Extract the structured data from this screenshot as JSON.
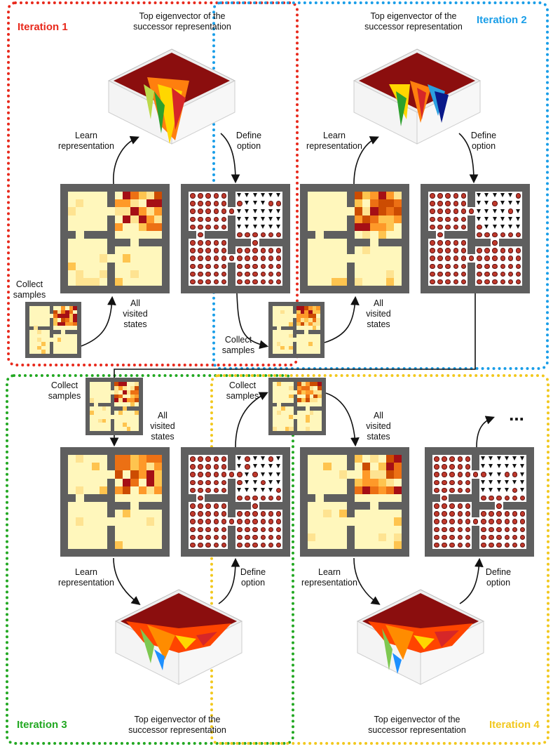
{
  "iterations": [
    {
      "label": "Iteration 1",
      "color": "#e8291c"
    },
    {
      "label": "Iteration 2",
      "color": "#1a9ee8"
    },
    {
      "label": "Iteration 3",
      "color": "#22a822"
    },
    {
      "label": "Iteration 4",
      "color": "#f2c81e"
    }
  ],
  "labels": {
    "eigen_title_line1": "Top eigenvector of the",
    "eigen_title_line2": "successor representation",
    "learn_line1": "Learn",
    "learn_line2": "representation",
    "define_line1": "Define",
    "define_line2": "option",
    "collect_line1": "Collect",
    "collect_line2": "samples",
    "visited_line1": "All",
    "visited_line2": "visited",
    "visited_line3": "states",
    "ellipsis": "..."
  },
  "colors": {
    "wall": "#5f5f5f",
    "surface_top": "#8b0e0e",
    "option_marker": "#c0392b",
    "arrow": "#111111",
    "heat_low": "#fff7bc",
    "heat_high": "#a50f15"
  }
}
